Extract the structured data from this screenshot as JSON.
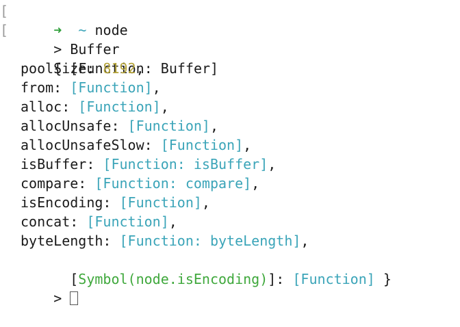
{
  "shell": {
    "bracket": "[",
    "arrow": "➜",
    "tilde": "~",
    "command": "node"
  },
  "repl": {
    "bracket": "[",
    "prompt": ">",
    "input": "Buffer",
    "final_prompt": ">"
  },
  "output": {
    "open": "{ [Function: Buffer]",
    "entries": [
      {
        "key": "poolSize: ",
        "value": "8192",
        "kind": "num",
        "suffix": ","
      },
      {
        "key": "from: ",
        "value": "[Function]",
        "kind": "fn",
        "suffix": ","
      },
      {
        "key": "alloc: ",
        "value": "[Function]",
        "kind": "fn",
        "suffix": ","
      },
      {
        "key": "allocUnsafe: ",
        "value": "[Function]",
        "kind": "fn",
        "suffix": ","
      },
      {
        "key": "allocUnsafeSlow: ",
        "value": "[Function]",
        "kind": "fn",
        "suffix": ","
      },
      {
        "key": "isBuffer: ",
        "value": "[Function: isBuffer]",
        "kind": "fn",
        "suffix": ","
      },
      {
        "key": "compare: ",
        "value": "[Function: compare]",
        "kind": "fn",
        "suffix": ","
      },
      {
        "key": "isEncoding: ",
        "value": "[Function]",
        "kind": "fn",
        "suffix": ","
      },
      {
        "key": "concat: ",
        "value": "[Function]",
        "kind": "fn",
        "suffix": ","
      },
      {
        "key": "byteLength: ",
        "value": "[Function: byteLength]",
        "kind": "fn",
        "suffix": ","
      }
    ],
    "symbol_entry": {
      "open": "[",
      "symbol": "Symbol(node.isEncoding)",
      "close": "]: ",
      "value": "[Function]",
      "end": " }"
    }
  },
  "colors": {
    "arrow": "#2f9f3a",
    "tilde": "#3aa4b8",
    "number": "#b5a43a",
    "function": "#3aa4b8",
    "symbol": "#3fa83c",
    "text": "#1a1a1a"
  }
}
